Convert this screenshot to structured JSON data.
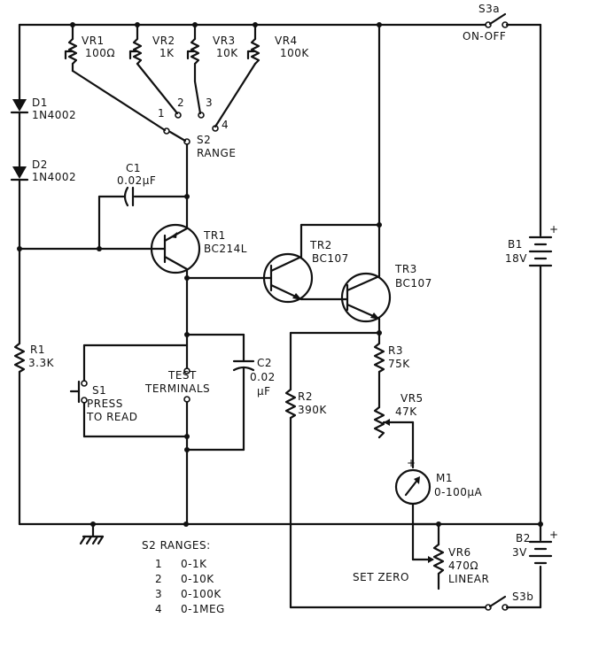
{
  "labels": {
    "s3a": "S3a",
    "on_off": "ON-OFF",
    "vr1": "VR1",
    "vr1_val": "100Ω",
    "vr2": "VR2",
    "vr2_val": "1K",
    "vr3": "VR3",
    "vr3_val": "10K",
    "vr4": "VR4",
    "vr4_val": "100K",
    "pos1": "1",
    "pos2": "2",
    "pos3": "3",
    "pos4": "4",
    "s2": "S2",
    "range": "RANGE",
    "d1": "D1",
    "d1_val": "1N4002",
    "d2": "D2",
    "d2_val": "1N4002",
    "c1": "C1",
    "c1_val": "0.02μF",
    "tr1": "TR1",
    "tr1_val": "BC214L",
    "tr2": "TR2",
    "tr2_val": "BC107",
    "tr3": "TR3",
    "tr3_val": "BC107",
    "b1": "B1",
    "b1_val": "18V",
    "r1": "R1",
    "r1_val": "3.3K",
    "s1": "S1",
    "press": "PRESS",
    "to_read": "TO READ",
    "test": "TEST",
    "terminals": "TERMINALS",
    "c2": "C2",
    "c2_val1": "0.02",
    "c2_val2": "μF",
    "r2": "R2",
    "r2_val": "390K",
    "r3": "R3",
    "r3_val": "75K",
    "vr5": "VR5",
    "vr5_val": "47K",
    "m1": "M1",
    "m1_val": "0-100μA",
    "b2": "B2",
    "b2_val": "3V",
    "vr6": "VR6",
    "vr6_val": "470Ω",
    "linear": "LINEAR",
    "set_zero": "SET ZERO",
    "s3b": "S3b",
    "plus": "+"
  },
  "ranges_table": {
    "title": "S2 RANGES:",
    "rows": [
      {
        "num": "1",
        "range": "0-1K"
      },
      {
        "num": "2",
        "range": "0-10K"
      },
      {
        "num": "3",
        "range": "0-100K"
      },
      {
        "num": "4",
        "range": "0-1MEG"
      }
    ]
  }
}
